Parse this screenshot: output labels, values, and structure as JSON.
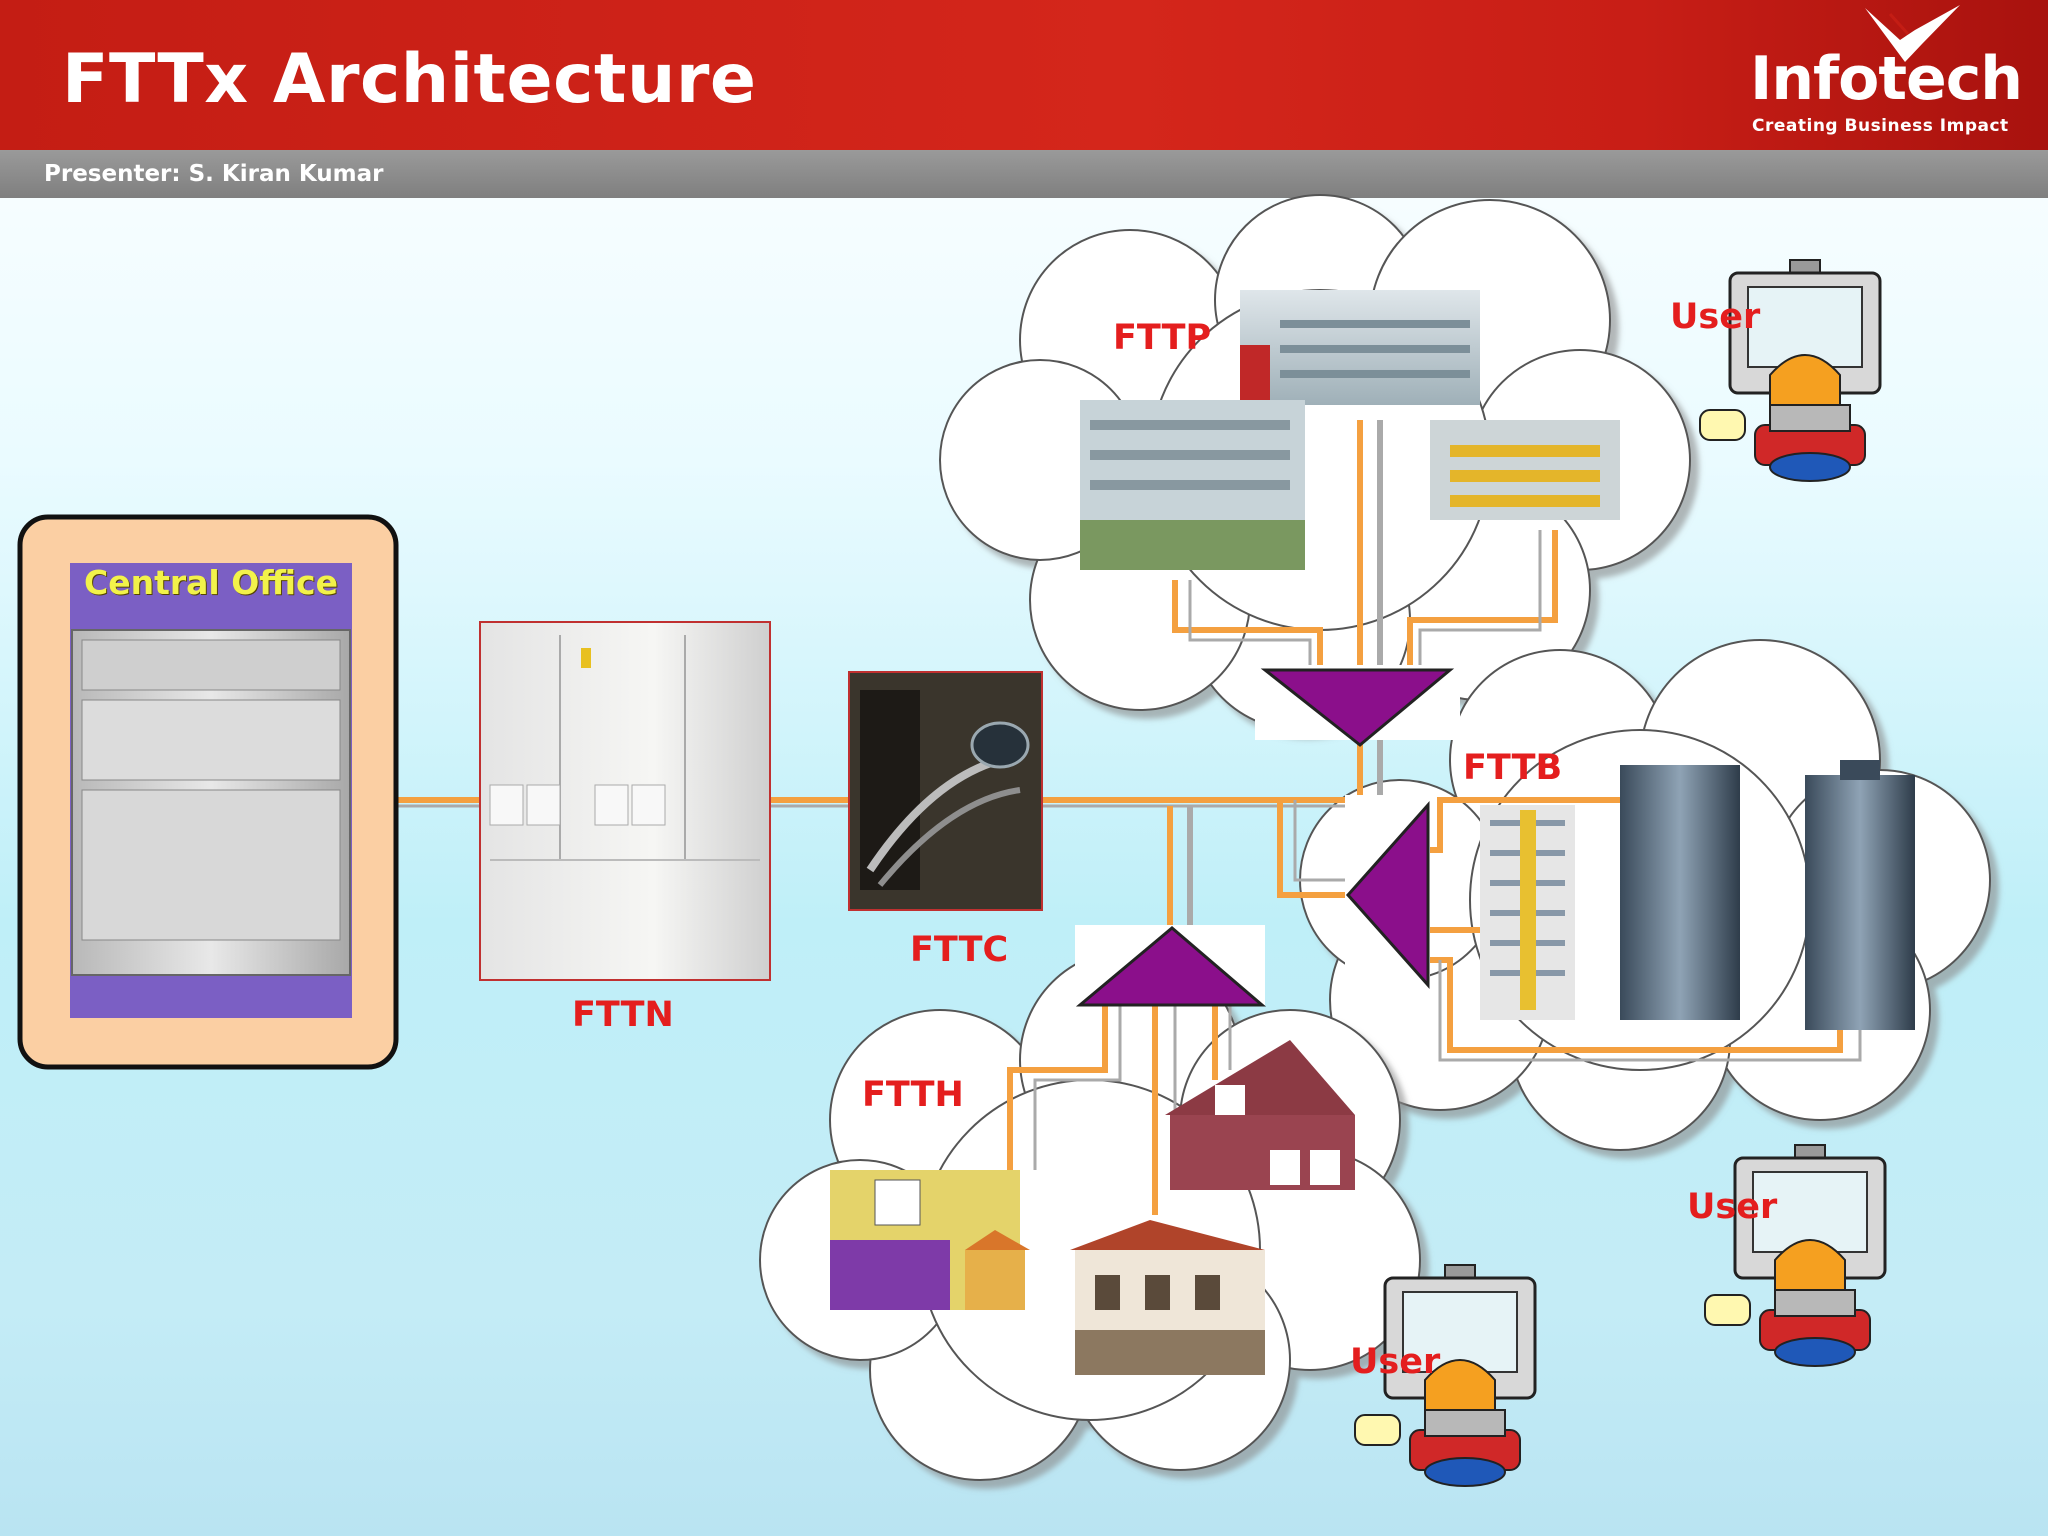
{
  "slide": {
    "title": "FTTx Architecture",
    "presenter": "Presenter: S. Kiran Kumar"
  },
  "logo": {
    "brand": "Infotech",
    "tagline": "Creating Business Impact"
  },
  "nodes": {
    "central_office": "Central Office",
    "fttn": "FTTN",
    "fttc": "FTTC",
    "fttp": "FTTP",
    "fttb": "FTTB",
    "ftth": "FTTH"
  },
  "users": [
    {
      "label": "User"
    },
    {
      "label": "User"
    },
    {
      "label": "User"
    }
  ],
  "colors": {
    "header_red": "#c41d14",
    "fiber_orange": "#f4a040",
    "splitter_purple": "#8b0f8b",
    "label_red": "#e41e1e",
    "central_office_fill": "#fbcfa3"
  }
}
